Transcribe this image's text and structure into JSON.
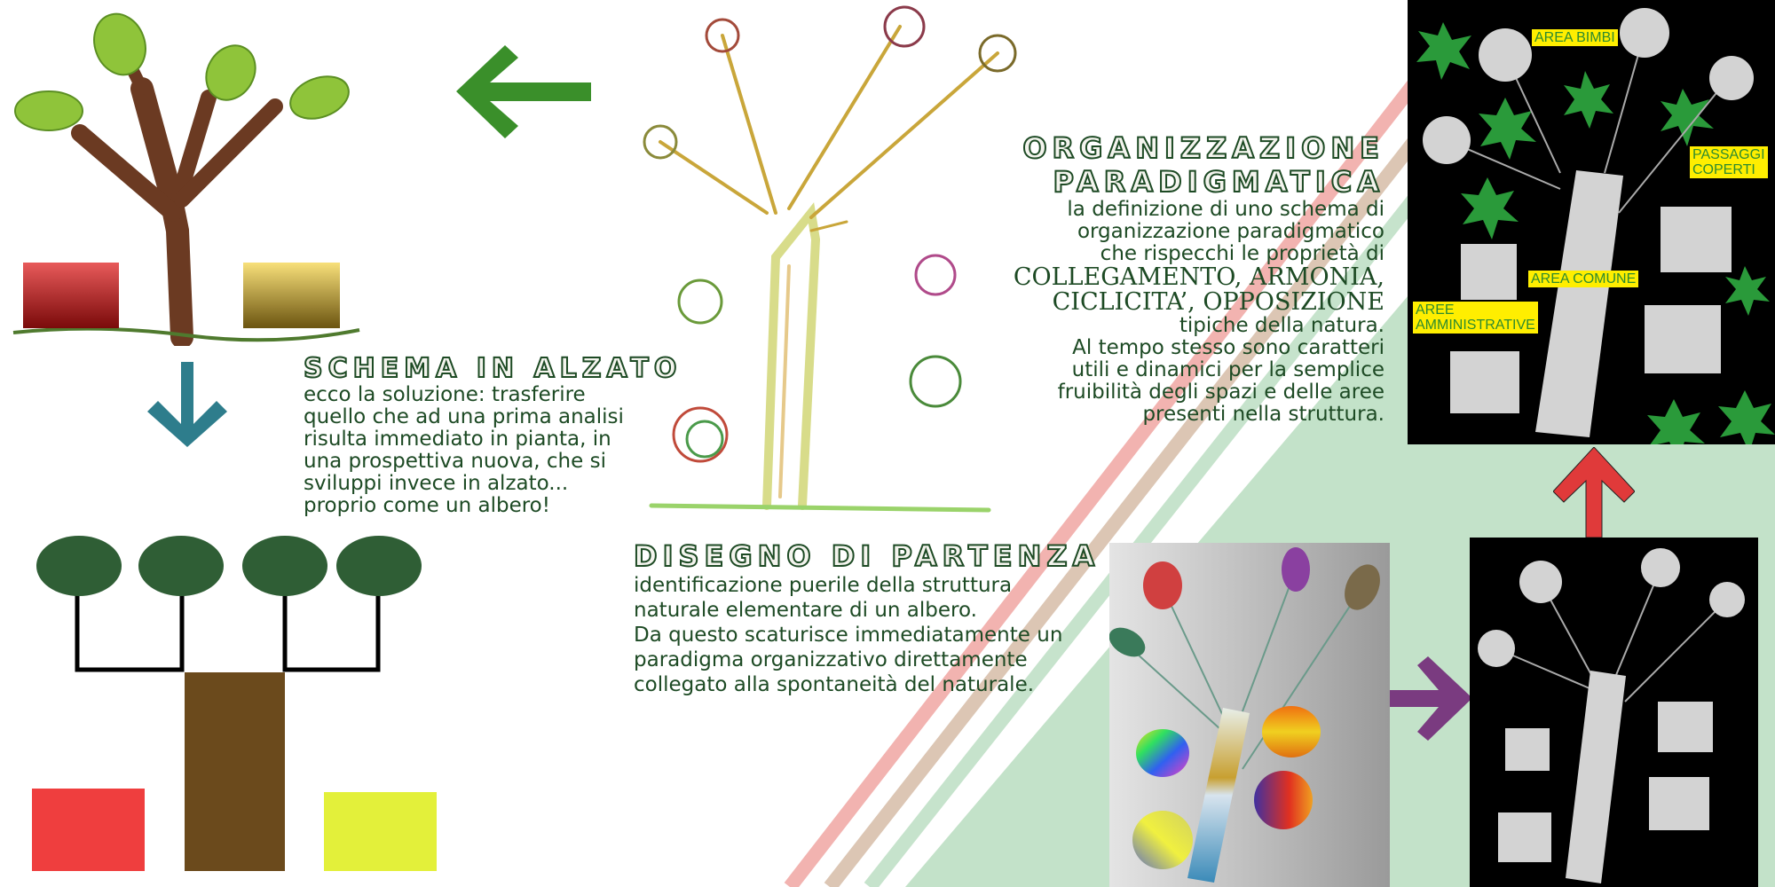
{
  "sections": {
    "schema": {
      "title": "SCHEMA IN ALZATO",
      "body": "ecco la soluzione: trasferire\nquello che ad una prima analisi\nrisulta immediato in pianta, in\nuna prospettiva nuova, che si\nsviluppi invece in alzato...\nproprio come un albero!"
    },
    "organizzazione": {
      "title_line1": "ORGANIZZAZIONE",
      "title_line2": "PARADIGMATICA",
      "body1": "la definizione di uno schema di\norganizzazione paradigmatico\nche rispecchi le proprietà di",
      "caps": "COLLEGAMENTO, ARMONIA,\nCICLICITA’, OPPOSIZIONE",
      "body2": "tipiche della natura.\nAl tempo stesso sono caratteri\nutili e dinamici per la semplice\nfruibilità degli spazi e delle aree\npresenti nella struttura."
    },
    "disegno": {
      "title": "DISEGNO DI PARTENZA",
      "body": "identificazione puerile della struttura\nnaturale elementare di un albero.\nDa questo scaturisce immediatamente un\nparadigma organizzativo direttamente\ncollegato alla spontaneità del naturale."
    }
  },
  "plan_labels": {
    "area_bimbi": "AREA BIMBI",
    "passaggi_coperti": "PASSAGGI\nCOPERTI",
    "area_comune": "AREA COMUNE",
    "aree_amministrative": "AREE\nAMMINISTRATIVE"
  },
  "icons": [
    "arrow-left-icon",
    "arrow-down-icon",
    "arrow-right-icon",
    "arrow-up-icon"
  ],
  "colors": {
    "text": "#1d4a24",
    "arrow_left": "#3a8f2a",
    "arrow_down": "#2e7d8c",
    "arrow_right": "#7a3b80",
    "arrow_up": "#e03a3a",
    "stripe_pink": "#f2b3b0",
    "stripe_tan": "#d9c4b0",
    "stripe_green": "#c6e3cc",
    "label_bg": "#ffee00"
  }
}
